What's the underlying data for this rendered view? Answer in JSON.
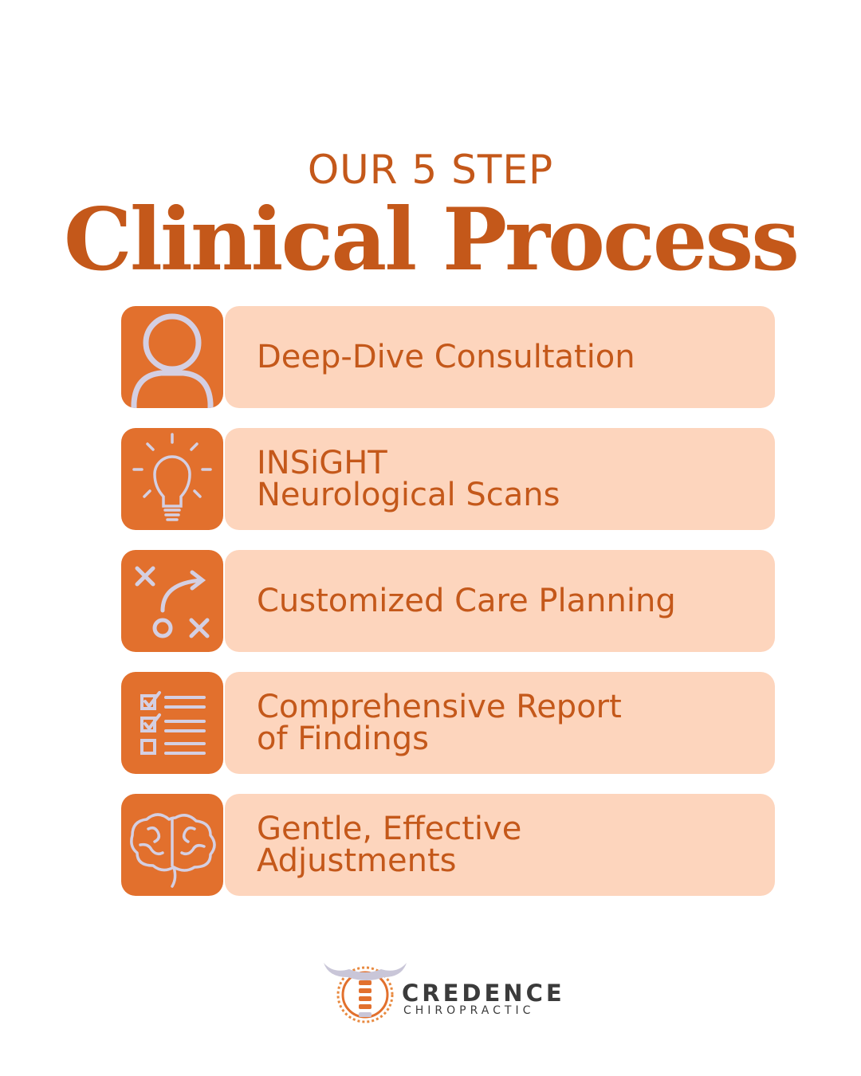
{
  "header": {
    "kicker": "OUR 5 STEP",
    "title": "Clinical Process"
  },
  "colors": {
    "accent": "#c4581a",
    "icon_tile": "#e2702d",
    "label_box": "#fdd5bd",
    "icon_stroke": "#d4cfe2"
  },
  "steps": [
    {
      "icon": "person-icon",
      "label": "Deep-Dive Consultation"
    },
    {
      "icon": "lightbulb-icon",
      "label": "INSiGHT\nNeurological Scans"
    },
    {
      "icon": "strategy-play-icon",
      "label": "Customized Care Planning"
    },
    {
      "icon": "checklist-icon",
      "label": "Comprehensive Report\nof Findings"
    },
    {
      "icon": "brain-icon",
      "label": "Gentle, Effective\nAdjustments"
    }
  ],
  "brand": {
    "name": "CREDENCE",
    "subtitle": "CHIROPRACTIC"
  }
}
